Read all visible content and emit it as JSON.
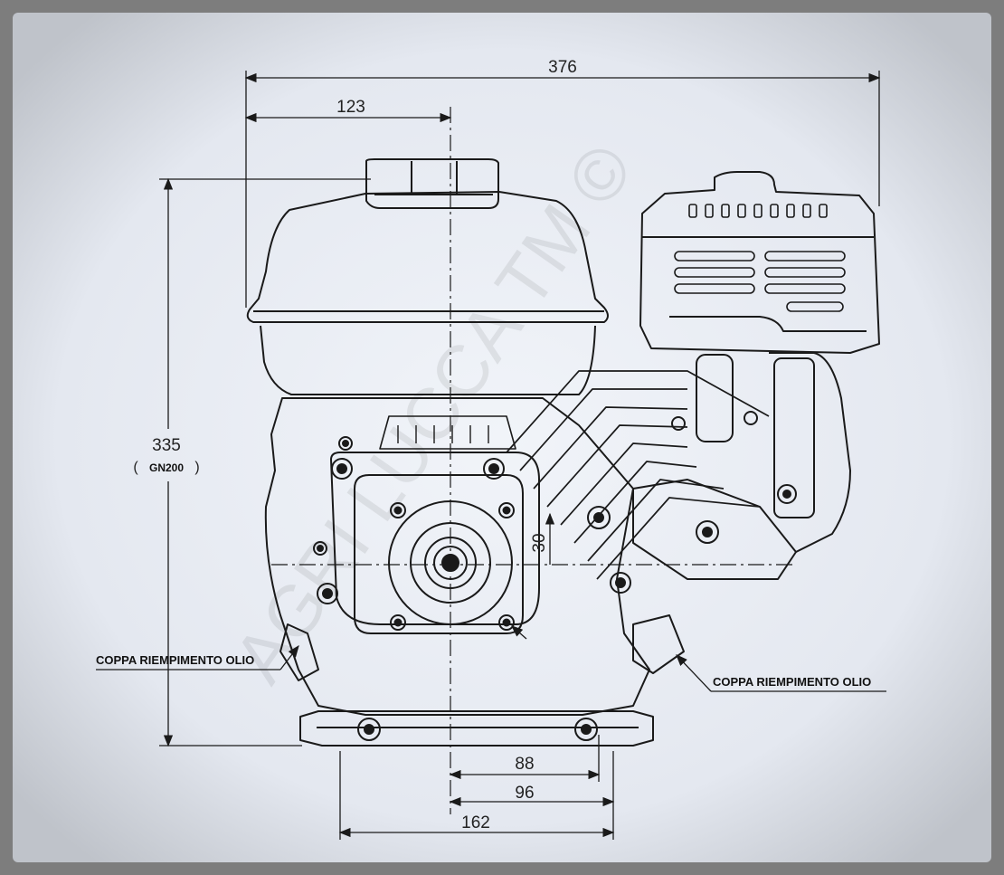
{
  "dimensions": {
    "overall_width": "376",
    "offset_left": "123",
    "overall_height": "335",
    "height_model": "GN200",
    "shaft_height": "30",
    "bolt_spacing": "88",
    "bolt_offset": "96",
    "base_width": "162"
  },
  "callouts": {
    "oil_fill_left": "COPPA RIEMPIMENTO OLIO",
    "oil_fill_right": "COPPA RIEMPIMENTO OLIO"
  },
  "watermark": "AGRI LUCCA TM ©",
  "colors": {
    "frame": "#7d7d7d",
    "sheet": "#eef1f7",
    "line": "#1a1a1a"
  }
}
